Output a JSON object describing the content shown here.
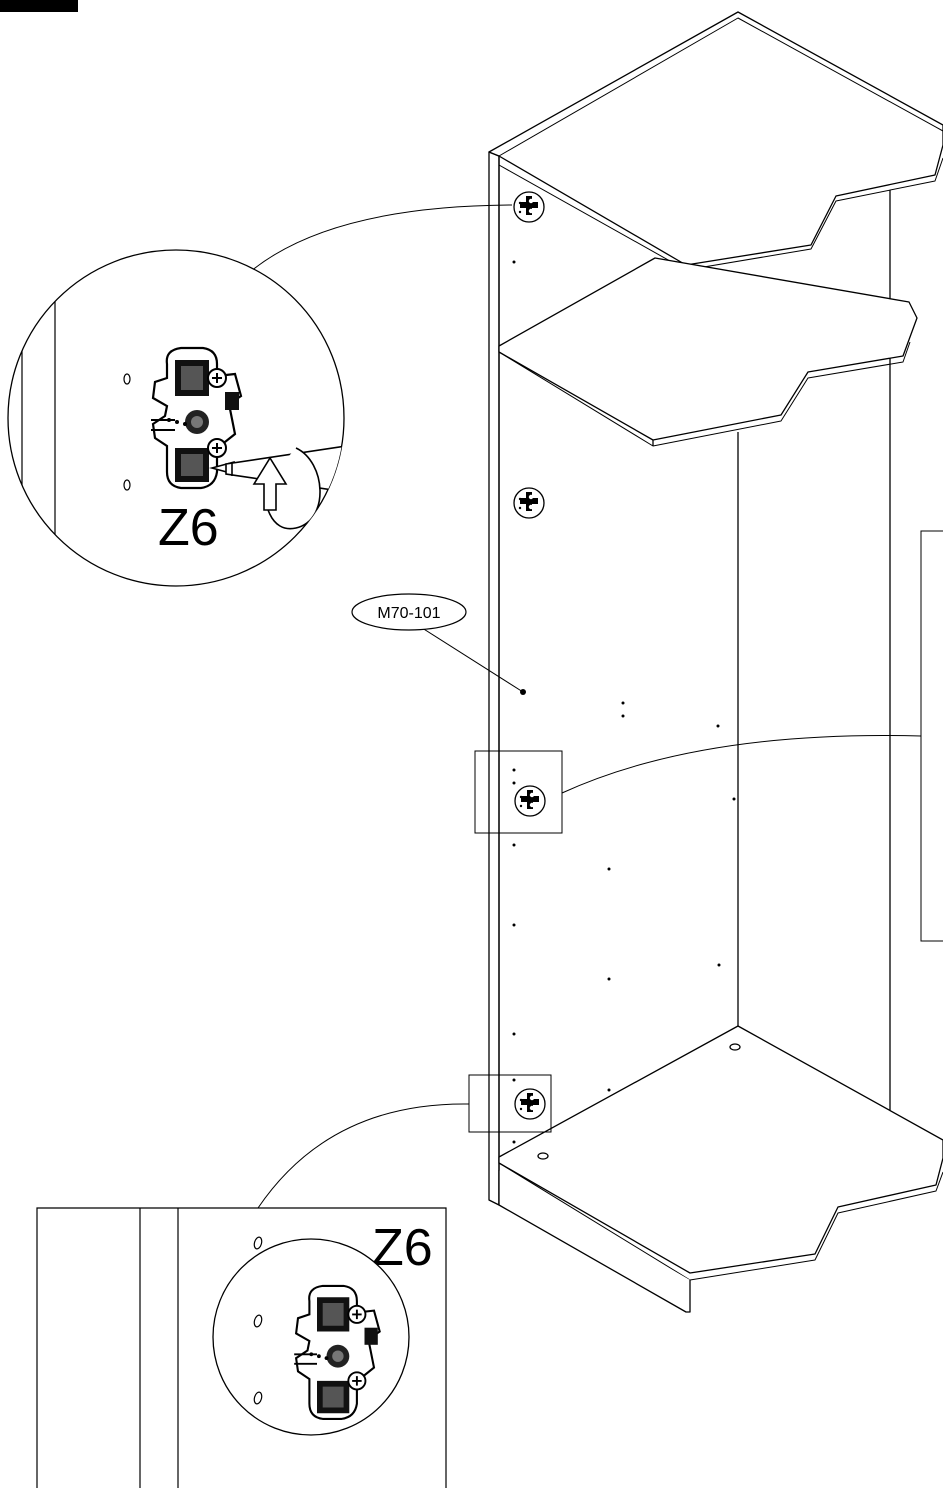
{
  "step_marker": "",
  "part_label": "M70-101",
  "top_detail": {
    "hinge_plate_code": "Z6"
  },
  "bottom_detail": {
    "hinge_plate_code": "Z6"
  },
  "icons": [
    "hinge-plate-icon",
    "screwdriver-icon",
    "rotate-arrow-icon"
  ]
}
